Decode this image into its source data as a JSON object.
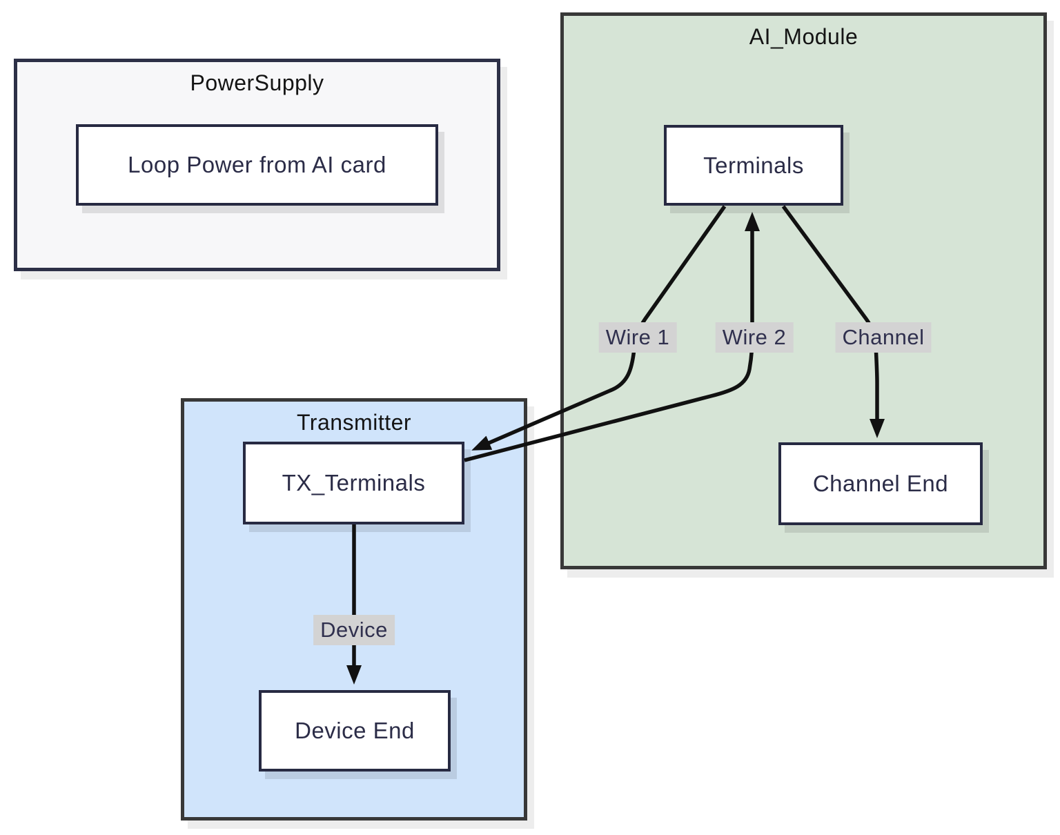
{
  "diagram": {
    "type": "flowchart",
    "containers": [
      {
        "id": "power-supply",
        "label": "PowerSupply",
        "fill": "#f7f7f9",
        "border": "#2d3047"
      },
      {
        "id": "ai-module",
        "label": "AI_Module",
        "fill": "#d6e4d6",
        "border": "#383838"
      },
      {
        "id": "transmitter",
        "label": "Transmitter",
        "fill": "#d0e4fb",
        "border": "#383838"
      }
    ],
    "nodes": [
      {
        "id": "loop-power",
        "label": "Loop Power from AI card",
        "container": "PowerSupply",
        "fill": "#ffffff",
        "border": "#272a42"
      },
      {
        "id": "terminals",
        "label": "Terminals",
        "container": "AI_Module",
        "fill": "#ffffff",
        "border": "#272a42"
      },
      {
        "id": "channel-end",
        "label": "Channel End",
        "container": "AI_Module",
        "fill": "#ffffff",
        "border": "#272a42"
      },
      {
        "id": "tx-terminals",
        "label": "TX_Terminals",
        "container": "Transmitter",
        "fill": "#ffffff",
        "border": "#272a42"
      },
      {
        "id": "device-end",
        "label": "Device End",
        "container": "Transmitter",
        "fill": "#ffffff",
        "border": "#272a42"
      }
    ],
    "edges": [
      {
        "id": "wire1",
        "label": "Wire 1",
        "from": "Terminals",
        "to": "TX_Terminals",
        "arrow": "to"
      },
      {
        "id": "wire2",
        "label": "Wire 2",
        "from": "TX_Terminals",
        "to": "Terminals",
        "arrow": "to"
      },
      {
        "id": "channel",
        "label": "Channel",
        "from": "Terminals",
        "to": "Channel End",
        "arrow": "to"
      },
      {
        "id": "device",
        "label": "Device",
        "from": "TX_Terminals",
        "to": "Device End",
        "arrow": "to"
      }
    ],
    "colors": {
      "edge": "#111111",
      "edge_label_bg": "#d3d3d3",
      "edge_label_text": "#30304e",
      "node_text": "#2b2c47",
      "container_title_text": "#141414",
      "page_bg": "#ffffff"
    }
  }
}
